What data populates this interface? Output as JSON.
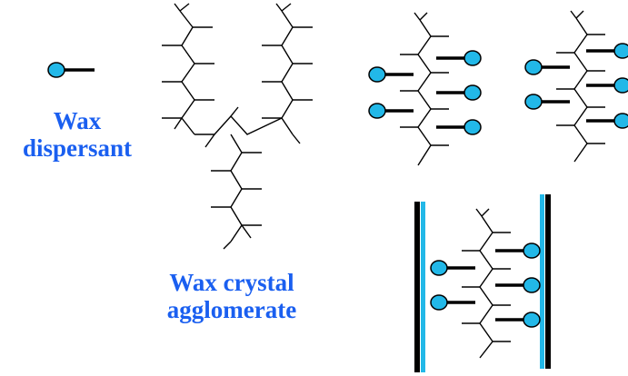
{
  "labels": {
    "dispersant_line1": "Wax",
    "dispersant_line2": "dispersant",
    "agglomerate_line1": "Wax crystal",
    "agglomerate_line2": "agglomerate"
  },
  "colors": {
    "text": "#1a5ff0",
    "dispersant_head": "#22b8e8",
    "stroke": "#000000",
    "surface": "#22b8e8"
  }
}
